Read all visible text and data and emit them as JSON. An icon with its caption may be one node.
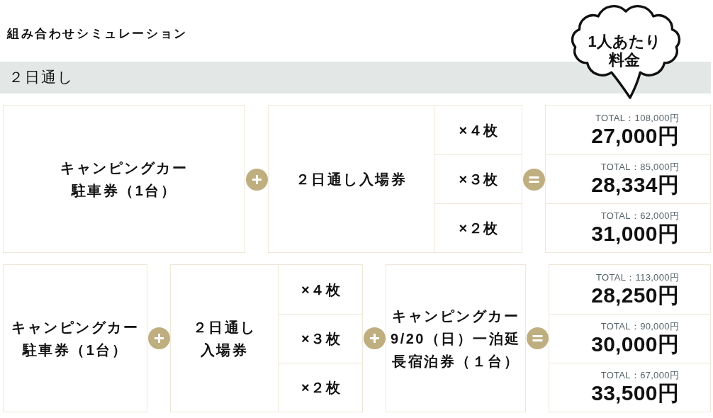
{
  "diagram": {
    "title": "組み合わせシミュレーション",
    "nodes": [
      {
        "text": [
          "1人あたり料金"
        ]
      },
      {
        "text": [
          "２日通し"
        ]
      },
      {
        "text": [
          "キャンピングカー駐車券（1台）"
        ]
      },
      {
        "text": [
          "２日通し入場券"
        ]
      },
      {
        "text": [
          "×４枚"
        ],
        "in": 3
      },
      {
        "text": [
          "×３枚"
        ],
        "in": 3
      },
      {
        "text": [
          "×２枚"
        ],
        "in": 3
      },
      {
        "text": [],
        "shape": "box"
      },
      {
        "text": [
          "TOTAL：108,000円",
          "27,000円"
        ],
        "in": 7
      },
      {
        "text": [
          "TOTAL：85,000円",
          "28,334円"
        ],
        "in": 7
      },
      {
        "text": [
          "TOTAL：62,000円",
          "31,000円"
        ],
        "in": 7
      },
      {
        "text": [
          "キャンピングカー駐車券（1台）"
        ]
      },
      {
        "text": [
          "２日通し入場券"
        ]
      },
      {
        "text": [
          "×４枚"
        ],
        "in": 12
      },
      {
        "text": [
          "×３枚"
        ],
        "in": 12
      },
      {
        "text": [
          "×２枚"
        ],
        "in": 12
      },
      {
        "text": [
          "キャンピングカー9/20（日）一泊延長宿泊券（１台）"
        ]
      },
      {
        "text": [],
        "shape": "box"
      },
      {
        "text": [
          "TOTAL：113,000円",
          "28,250円"
        ],
        "in": 17
      },
      {
        "text": [
          "TOTAL：90,000円",
          "30,000円"
        ],
        "in": 17
      },
      {
        "text": [
          "TOTAL：67,000円",
          "33,500円"
        ],
        "in": 17
      }
    ]
  }
}
